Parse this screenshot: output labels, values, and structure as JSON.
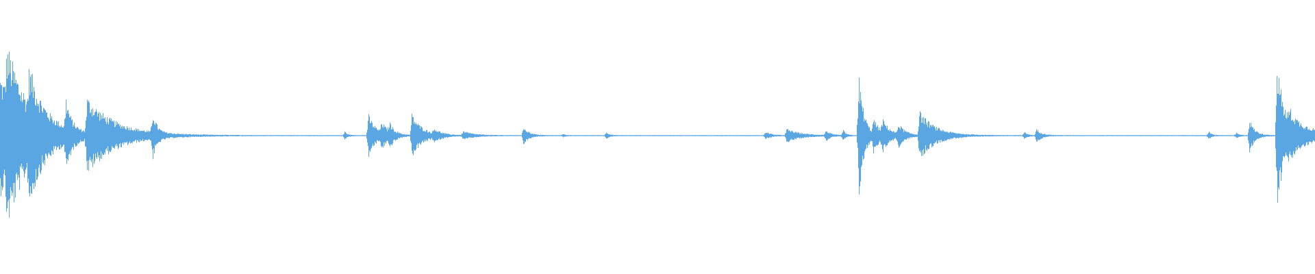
{
  "waveform": {
    "color": "#5aa6e3",
    "description_of_content": "",
    "events": [
      {
        "t": 0.0,
        "amp": 0.45,
        "decay": 0.02
      },
      {
        "t": 0.005,
        "amp": 0.35,
        "decay": 0.015
      },
      {
        "t": 0.022,
        "amp": 0.28,
        "decay": 0.01
      },
      {
        "t": 0.05,
        "amp": 0.22,
        "decay": 0.004
      },
      {
        "t": 0.066,
        "amp": 0.26,
        "decay": 0.022
      },
      {
        "t": 0.116,
        "amp": 0.16,
        "decay": 0.003
      },
      {
        "t": 0.262,
        "amp": 0.03,
        "decay": 0.002
      },
      {
        "t": 0.28,
        "amp": 0.16,
        "decay": 0.006
      },
      {
        "t": 0.29,
        "amp": 0.08,
        "decay": 0.005
      },
      {
        "t": 0.296,
        "amp": 0.07,
        "decay": 0.004
      },
      {
        "t": 0.313,
        "amp": 0.16,
        "decay": 0.008
      },
      {
        "t": 0.33,
        "amp": 0.04,
        "decay": 0.005
      },
      {
        "t": 0.352,
        "amp": 0.03,
        "decay": 0.008
      },
      {
        "t": 0.398,
        "amp": 0.07,
        "decay": 0.004
      },
      {
        "t": 0.428,
        "amp": 0.01,
        "decay": 0.002
      },
      {
        "t": 0.461,
        "amp": 0.03,
        "decay": 0.002
      },
      {
        "t": 0.582,
        "amp": 0.03,
        "decay": 0.004
      },
      {
        "t": 0.598,
        "amp": 0.05,
        "decay": 0.01
      },
      {
        "t": 0.628,
        "amp": 0.04,
        "decay": 0.003
      },
      {
        "t": 0.641,
        "amp": 0.04,
        "decay": 0.002
      },
      {
        "t": 0.653,
        "amp": 0.46,
        "decay": 0.004
      },
      {
        "t": 0.664,
        "amp": 0.1,
        "decay": 0.006
      },
      {
        "t": 0.671,
        "amp": 0.09,
        "decay": 0.006
      },
      {
        "t": 0.683,
        "amp": 0.08,
        "decay": 0.005
      },
      {
        "t": 0.699,
        "amp": 0.18,
        "decay": 0.012
      },
      {
        "t": 0.779,
        "amp": 0.03,
        "decay": 0.002
      },
      {
        "t": 0.788,
        "amp": 0.05,
        "decay": 0.004
      },
      {
        "t": 0.919,
        "amp": 0.03,
        "decay": 0.002
      },
      {
        "t": 0.94,
        "amp": 0.02,
        "decay": 0.002
      },
      {
        "t": 0.95,
        "amp": 0.12,
        "decay": 0.004
      },
      {
        "t": 0.971,
        "amp": 0.55,
        "decay": 0.006
      },
      {
        "t": 0.98,
        "amp": 0.1,
        "decay": 0.025
      }
    ]
  }
}
